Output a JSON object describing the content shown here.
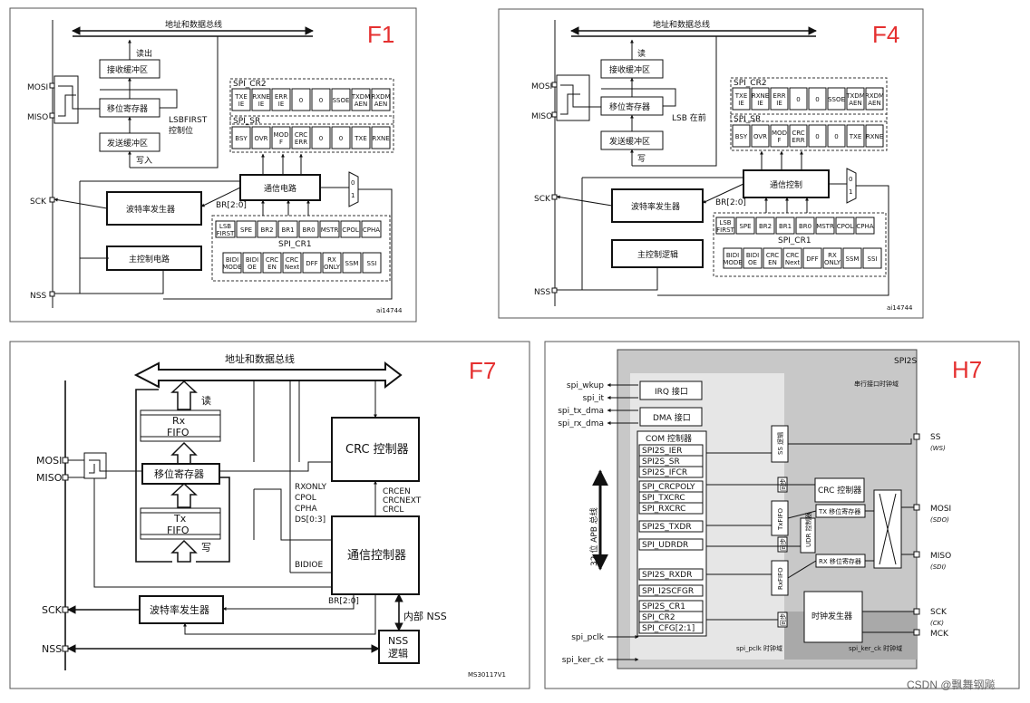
{
  "panels": {
    "f1": {
      "tag": "F1",
      "bus": "地址和数据总线",
      "rx_buf": "接收缓冲区",
      "shift": "移位寄存器",
      "tx_buf": "发送缓冲区",
      "read": "读出",
      "write": "写入",
      "lsb1": "LSBFIRST",
      "lsb2": "控制位",
      "comm": "通信电路",
      "baud": "波特率发生器",
      "master": "主控制电路",
      "br": "BR[2:0]",
      "cr2_label": "SPI_CR2",
      "cr2": [
        "TXE IE",
        "RXNE IE",
        "ERR IE",
        "0",
        "0",
        "SSOE",
        "TXDM AEN",
        "RXDM AEN"
      ],
      "sr_label": "SPI_SR",
      "sr": [
        "BSY",
        "OVR",
        "MOD F",
        "CRC ERR",
        "0",
        "0",
        "TXE",
        "RXNE"
      ],
      "cr1_label": "SPI_CR1",
      "cr1a": [
        "LSB FIRST",
        "SPE",
        "BR2",
        "BR1",
        "BR0",
        "MSTR",
        "CPOL",
        "CPHA"
      ],
      "cr1b": [
        "BIDI MODE",
        "BIDI OE",
        "CRC EN",
        "CRC Next",
        "DFF",
        "RX ONLY",
        "SSM",
        "SSI"
      ],
      "pins": [
        "MOSI",
        "MISO",
        "SCK",
        "NSS"
      ],
      "mux0": "0",
      "mux1": "1",
      "ref": "ai14744"
    },
    "f4": {
      "tag": "F4",
      "bus": "地址和数据总线",
      "rx_buf": "接收缓冲区",
      "shift": "移位寄存器",
      "tx_buf": "发送缓冲区",
      "read": "读",
      "write": "写",
      "lsb": "LSB 在前",
      "comm": "通信控制",
      "baud": "波特率发生器",
      "master": "主控制逻辑",
      "br": "BR[2:0]",
      "cr2_label": "SPI_CR2",
      "cr2": [
        "TXE IE",
        "RXNE IE",
        "ERR IE",
        "0",
        "0",
        "SSOE",
        "TXDM AEN",
        "RXDM AEN"
      ],
      "sr_label": "SPI_SR",
      "sr": [
        "BSY",
        "OVR",
        "MOD F",
        "CRC ERR",
        "0",
        "0",
        "TXE",
        "RXNE"
      ],
      "cr1_label": "SPI_CR1",
      "cr1a": [
        "LSB FIRST",
        "SPE",
        "BR2",
        "BR1",
        "BR0",
        "MSTR",
        "CPOL",
        "CPHA"
      ],
      "cr1b": [
        "BIDI MODE",
        "BIDI OE",
        "CRC EN",
        "CRC Next",
        "DFF",
        "RX ONLY",
        "SSM",
        "SSI"
      ],
      "pins": [
        "MOSI",
        "MISO",
        "SCK",
        "NSS"
      ],
      "mux0": "0",
      "mux1": "1",
      "ref": "ai14744"
    },
    "f7": {
      "tag": "F7",
      "bus": "地址和数据总线",
      "read": "读",
      "write": "写",
      "rx1": "Rx",
      "rx2": "FIFO",
      "tx1": "Tx",
      "tx2": "FIFO",
      "shift": "移位寄存器",
      "crc": "CRC 控制器",
      "comm": "通信控制器",
      "baud": "波特率发生器",
      "nss1": "NSS",
      "nss2": "逻辑",
      "internal_nss": "内部 NSS",
      "sig": [
        "RXONLY",
        "CPOL",
        "CPHA",
        "DS[0:3]"
      ],
      "crcsig": [
        "CRCEN",
        "CRCNEXT",
        "CRCL"
      ],
      "bidioe": "BIDIOE",
      "br": "BR[2:0]",
      "pins": [
        "MOSI",
        "MISO",
        "SCK",
        "NSS"
      ],
      "ref": "MS30117V1"
    },
    "h7": {
      "tag": "H7",
      "title": "SPI2S",
      "serial_clk": "串行接口时钟域",
      "irq": "IRQ 接口",
      "dma": "DMA 接口",
      "com": "COM 控制器",
      "regs": [
        "SPI2S_IER",
        "SPI2S_SR",
        "SPI2S_IFCR",
        "SPI_CRCPOLY",
        "SPI_TXCRC",
        "SPI_RXCRC",
        "SPI2S_TXDR",
        "SPI_UDRDR",
        "SPI2S_RXDR",
        "SPI_I2SCFGR",
        "SPI2S_CR1",
        "SPI_CR2",
        "SPI_CFG[2:1]"
      ],
      "ext_in": [
        "spi_wkup",
        "spi_it",
        "spi_tx_dma",
        "spi_rx_dma",
        "spi_pclk",
        "spi_ker_ck"
      ],
      "apb": "32 位 APB 总线",
      "ss_logic": "SS 逻辑",
      "crc": "CRC 控制器",
      "txfifo": "TxFIFO",
      "rxfifo": "RxFIFO",
      "udr": "UDR 控制器",
      "tx_shift": "TX 移位寄存器",
      "rx_shift": "RX 移位寄存器",
      "clkgen": "时钟发生器",
      "sync": "同步",
      "pclk_dom": "spi_pclk 时钟域",
      "ker_dom": "spi_ker_ck 时钟域",
      "pins": [
        "SS",
        "(WS)",
        "MOSI",
        "(SDO)",
        "MISO",
        "(SDI)",
        "SCK",
        "(CK)",
        "MCK"
      ]
    }
  },
  "watermark": "CSDN @飘舞钢飚",
  "colors": {
    "tag": "#e53030",
    "h7_outer": "#c8c8c8",
    "h7_inner": "#e6e6e6",
    "h7_ker": "#a9a9a9"
  }
}
